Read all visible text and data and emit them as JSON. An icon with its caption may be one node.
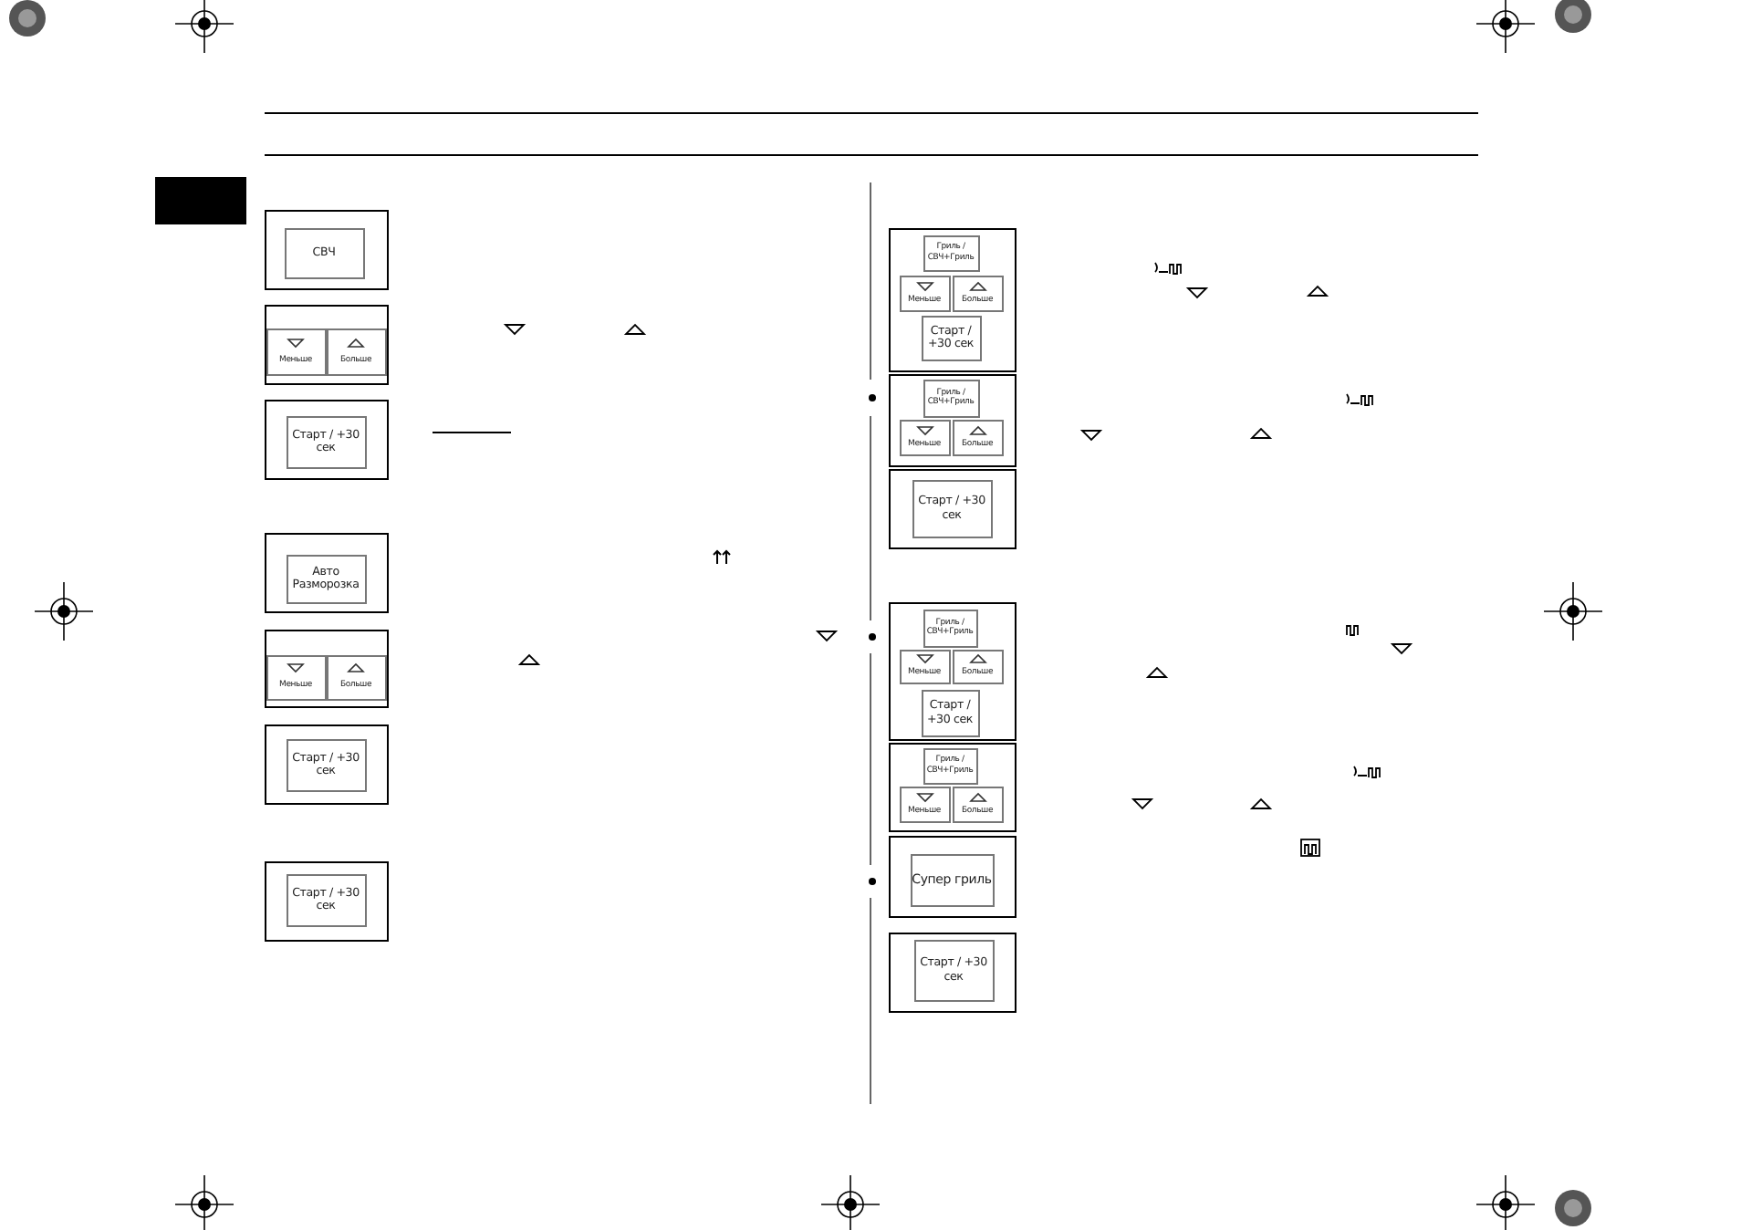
{
  "diagram": {
    "nodes": [
      {
        "text": [],
        "shape": "box"
      },
      {
        "text": [
          "СВЧ"
        ],
        "in": 0
      },
      {
        "text": [],
        "shape": "box"
      },
      {
        "text": [
          "Меньше"
        ],
        "in": 2
      },
      {
        "text": [
          "Больше"
        ],
        "in": 2
      },
      {
        "text": [],
        "shape": "box"
      },
      {
        "text": [
          "Старт / +30 сек"
        ],
        "in": 5
      },
      {
        "text": [],
        "shape": "box"
      },
      {
        "text": [
          "Авто Разморозка"
        ],
        "in": 7
      },
      {
        "text": [],
        "shape": "box"
      },
      {
        "text": [
          "Меньше"
        ],
        "in": 9
      },
      {
        "text": [
          "Больше"
        ],
        "in": 9
      },
      {
        "text": [],
        "shape": "box"
      },
      {
        "text": [
          "Старт / +30 сек"
        ],
        "in": 12
      },
      {
        "text": [],
        "shape": "box"
      },
      {
        "text": [
          "Старт / +30 сек"
        ],
        "in": 14
      },
      {
        "text": [],
        "shape": "box"
      },
      {
        "text": [
          "Гриль / СВЧ+Гриль"
        ],
        "in": 16
      },
      {
        "text": [
          "Меньше"
        ],
        "in": 16
      },
      {
        "text": [
          "Больше"
        ],
        "in": 16
      },
      {
        "text": [
          "Старт / +30 сек"
        ],
        "in": 16
      },
      {
        "text": [],
        "shape": "box"
      },
      {
        "text": [
          "Гриль / СВЧ+Гриль"
        ],
        "in": 21
      },
      {
        "text": [
          "Меньше"
        ],
        "in": 21
      },
      {
        "text": [
          "Больше"
        ],
        "in": 21
      },
      {
        "text": [],
        "shape": "box"
      },
      {
        "text": [
          "Старт / +30 сек"
        ],
        "in": 25
      },
      {
        "text": [],
        "shape": "box"
      },
      {
        "text": [
          "Гриль / СВЧ+Гриль"
        ],
        "in": 27
      },
      {
        "text": [
          "Меньше"
        ],
        "in": 27
      },
      {
        "text": [
          "Больше"
        ],
        "in": 27
      },
      {
        "text": [
          "Старт / +30 сек"
        ],
        "in": 27
      },
      {
        "text": [],
        "shape": "box"
      },
      {
        "text": [
          "Гриль / СВЧ+Гриль"
        ],
        "in": 32
      },
      {
        "text": [
          "Меньше"
        ],
        "in": 32
      },
      {
        "text": [
          "Больше"
        ],
        "in": 32
      },
      {
        "text": [],
        "shape": "box"
      },
      {
        "text": [
          "Супер гриль"
        ],
        "in": 36
      },
      {
        "text": [],
        "shape": "box"
      },
      {
        "text": [
          "Старт / +30 сек"
        ],
        "in": 38
      }
    ]
  }
}
